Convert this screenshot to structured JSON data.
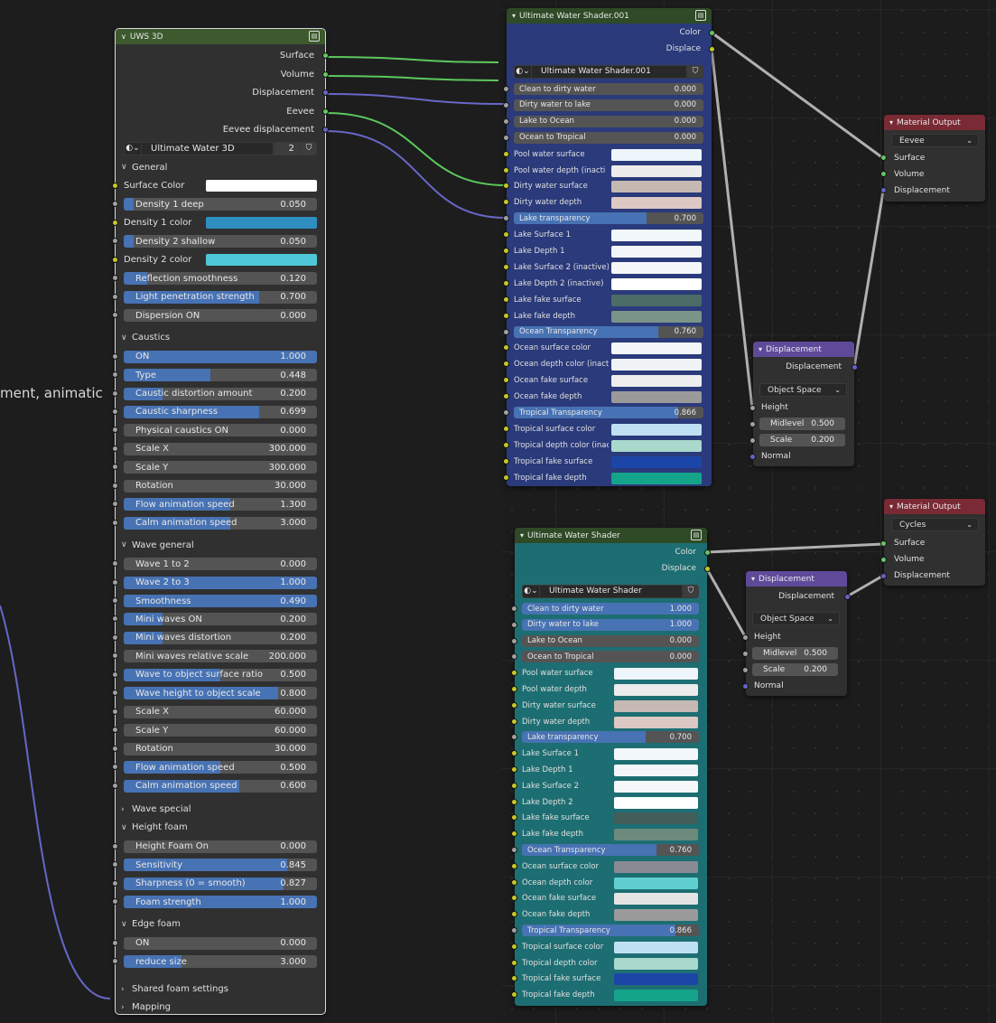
{
  "side_text": "ment, animatic",
  "node_uws3d": {
    "title": "UWS 3D",
    "outputs": [
      "Surface",
      "Volume",
      "Displacement",
      "Eevee",
      "Eevee displacement"
    ],
    "datablock": {
      "name": "Ultimate Water 3D",
      "count": "2"
    },
    "panels": [
      {
        "label": "General",
        "open": true,
        "rows": [
          {
            "kind": "color",
            "label": "Surface Color",
            "color": "#ffffff"
          },
          {
            "kind": "value",
            "label": "Density 1 deep",
            "value": "0.050",
            "frac": 0.05
          },
          {
            "kind": "color",
            "label": "Density 1 color",
            "color": "#2f8ec0"
          },
          {
            "kind": "value",
            "label": "Density 2 shallow",
            "value": "0.050",
            "frac": 0.05
          },
          {
            "kind": "color",
            "label": "Density 2 color",
            "color": "#4ec8d8"
          },
          {
            "kind": "value",
            "label": "Reflection smoothness",
            "value": "0.120",
            "frac": 0.12
          },
          {
            "kind": "value",
            "label": "Light penetration strength",
            "value": "0.700",
            "frac": 0.7
          },
          {
            "kind": "value",
            "label": "Dispersion ON",
            "value": "0.000",
            "frac": 0
          }
        ]
      },
      {
        "label": "Caustics",
        "open": true,
        "rows": [
          {
            "kind": "value",
            "label": "ON",
            "value": "1.000",
            "frac": 1
          },
          {
            "kind": "value",
            "label": "Type",
            "value": "0.448",
            "frac": 0.448
          },
          {
            "kind": "value",
            "label": "Caustic distortion amount",
            "value": "0.200",
            "frac": 0.2
          },
          {
            "kind": "value",
            "label": "Caustic sharpness",
            "value": "0.699",
            "frac": 0.699
          },
          {
            "kind": "value",
            "label": "Physical caustics ON",
            "value": "0.000",
            "frac": 0
          },
          {
            "kind": "value",
            "label": "Scale X",
            "value": "300.000",
            "frac": 0
          },
          {
            "kind": "value",
            "label": "Scale Y",
            "value": "300.000",
            "frac": 0
          },
          {
            "kind": "value",
            "label": "Rotation",
            "value": "30.000",
            "frac": 0
          },
          {
            "kind": "value",
            "label": "Flow animation speed",
            "value": "1.300",
            "frac": 0.55
          },
          {
            "kind": "value",
            "label": "Calm animation speed",
            "value": "3.000",
            "frac": 0.55
          }
        ]
      },
      {
        "label": "Wave general",
        "open": true,
        "rows": [
          {
            "kind": "value",
            "label": "Wave 1 to 2",
            "value": "0.000",
            "frac": 0
          },
          {
            "kind": "value",
            "label": "Wave 2 to 3",
            "value": "1.000",
            "frac": 1
          },
          {
            "kind": "value",
            "label": "Smoothness",
            "value": "0.490",
            "frac": 1
          },
          {
            "kind": "value",
            "label": "Mini waves ON",
            "value": "0.200",
            "frac": 0.2
          },
          {
            "kind": "value",
            "label": "Mini waves distortion",
            "value": "0.200",
            "frac": 0.2
          },
          {
            "kind": "value",
            "label": "Mini waves relative scale",
            "value": "200.000",
            "frac": 0
          },
          {
            "kind": "value",
            "label": "Wave to object surface ratio",
            "value": "0.500",
            "frac": 0.5
          },
          {
            "kind": "value",
            "label": "Wave height to object scale",
            "value": "0.800",
            "frac": 0.8
          },
          {
            "kind": "value",
            "label": "Scale X",
            "value": "60.000",
            "frac": 0
          },
          {
            "kind": "value",
            "label": "Scale Y",
            "value": "60.000",
            "frac": 0
          },
          {
            "kind": "value",
            "label": "Rotation",
            "value": "30.000",
            "frac": 0
          },
          {
            "kind": "value",
            "label": "Flow animation speed",
            "value": "0.500",
            "frac": 0.5
          },
          {
            "kind": "value",
            "label": "Calm animation speed",
            "value": "0.600",
            "frac": 0.6
          }
        ]
      },
      {
        "label": "Wave special",
        "open": false,
        "rows": []
      },
      {
        "label": "Height foam",
        "open": true,
        "rows": [
          {
            "kind": "value",
            "label": "Height Foam On",
            "value": "0.000",
            "frac": 0
          },
          {
            "kind": "value",
            "label": "Sensitivity",
            "value": "0.845",
            "frac": 0.845
          },
          {
            "kind": "value",
            "label": "Sharpness (0 = smooth)",
            "value": "0.827",
            "frac": 0.827
          },
          {
            "kind": "value",
            "label": "Foam strength",
            "value": "1.000",
            "frac": 1
          }
        ]
      },
      {
        "label": "Edge foam",
        "open": true,
        "rows": [
          {
            "kind": "value",
            "label": "ON",
            "value": "0.000",
            "frac": 0
          },
          {
            "kind": "value",
            "label": "reduce size",
            "value": "3.000",
            "frac": 0.3
          }
        ]
      },
      {
        "label": "Shared foam settings",
        "open": false,
        "rows": []
      },
      {
        "label": "Mapping",
        "open": false,
        "rows": []
      }
    ]
  },
  "node_uws001": {
    "title": "Ultimate Water Shader.001",
    "outputs": [
      "Color",
      "Displace"
    ],
    "datablock": {
      "name": "Ultimate Water Shader.001"
    },
    "rows": [
      {
        "kind": "value",
        "label": "Clean to dirty water",
        "value": "0.000",
        "frac": 0
      },
      {
        "kind": "value",
        "label": "Dirty water to lake",
        "value": "0.000",
        "frac": 0
      },
      {
        "kind": "value",
        "label": "Lake to Ocean",
        "value": "0.000",
        "frac": 0
      },
      {
        "kind": "value",
        "label": "Ocean to Tropical",
        "value": "0.000",
        "frac": 0
      },
      {
        "kind": "color",
        "label": "Pool water surface",
        "color": "#eef6fb"
      },
      {
        "kind": "color",
        "label": "Pool water depth (inacti",
        "color": "#ececec"
      },
      {
        "kind": "color",
        "label": "Dirty water surface",
        "color": "#c6b9b4"
      },
      {
        "kind": "color",
        "label": "Dirty water depth",
        "color": "#dcc8c4"
      },
      {
        "kind": "value",
        "label": "Lake transparency",
        "value": "0.700",
        "frac": 0.7
      },
      {
        "kind": "color",
        "label": "Lake Surface 1",
        "color": "#f1f7fb"
      },
      {
        "kind": "color",
        "label": "Lake Depth 1",
        "color": "#f3f6f8"
      },
      {
        "kind": "color",
        "label": "Lake Surface 2 (inactive)",
        "color": "#f5f7f9"
      },
      {
        "kind": "color",
        "label": "Lake Depth 2 (inactive)",
        "color": "#ffffff"
      },
      {
        "kind": "color",
        "label": "Lake fake surface",
        "color": "#4c6c68"
      },
      {
        "kind": "color",
        "label": "Lake fake depth",
        "color": "#7a9488"
      },
      {
        "kind": "value",
        "label": "Ocean Transparency",
        "value": "0.760",
        "frac": 0.76
      },
      {
        "kind": "color",
        "label": "Ocean surface color",
        "color": "#f2f6f9"
      },
      {
        "kind": "color",
        "label": "Ocean depth color (inact",
        "color": "#f0f3f5"
      },
      {
        "kind": "color",
        "label": "Ocean fake surface",
        "color": "#eeeeee"
      },
      {
        "kind": "color",
        "label": "Ocean fake depth",
        "color": "#9a9a9a"
      },
      {
        "kind": "value",
        "label": "Tropical Transparency",
        "value": "0.866",
        "frac": 0.866
      },
      {
        "kind": "color",
        "label": "Tropical surface color",
        "color": "#bfe0f3"
      },
      {
        "kind": "color",
        "label": "Tropical depth color (inac",
        "color": "#a8d9cc"
      },
      {
        "kind": "color",
        "label": "Tropical fake surface",
        "color": "#1c45a8"
      },
      {
        "kind": "color",
        "label": "Tropical fake depth",
        "color": "#14a48a"
      }
    ]
  },
  "node_uws": {
    "title": "Ultimate Water Shader",
    "outputs": [
      "Color",
      "Displace"
    ],
    "datablock": {
      "name": "Ultimate Water Shader"
    },
    "rows": [
      {
        "kind": "value",
        "label": "Clean to dirty water",
        "value": "1.000",
        "frac": 1
      },
      {
        "kind": "value",
        "label": "Dirty water to lake",
        "value": "1.000",
        "frac": 1
      },
      {
        "kind": "value",
        "label": "Lake to Ocean",
        "value": "0.000",
        "frac": 0
      },
      {
        "kind": "value",
        "label": "Ocean to Tropical",
        "value": "0.000",
        "frac": 0
      },
      {
        "kind": "color",
        "label": "Pool water surface",
        "color": "#eef6fb"
      },
      {
        "kind": "color",
        "label": "Pool water depth",
        "color": "#ececec"
      },
      {
        "kind": "color",
        "label": "Dirty water surface",
        "color": "#c6b9b4"
      },
      {
        "kind": "color",
        "label": "Dirty water depth",
        "color": "#dcc8c4"
      },
      {
        "kind": "value",
        "label": "Lake transparency",
        "value": "0.700",
        "frac": 0.7
      },
      {
        "kind": "color",
        "label": "Lake Surface 1",
        "color": "#f1f7fb"
      },
      {
        "kind": "color",
        "label": "Lake Depth 1",
        "color": "#f3f6f8"
      },
      {
        "kind": "color",
        "label": "Lake Surface 2",
        "color": "#f5f7f9"
      },
      {
        "kind": "color",
        "label": "Lake Depth 2",
        "color": "#ffffff"
      },
      {
        "kind": "color",
        "label": "Lake fake surface",
        "color": "#425e5a"
      },
      {
        "kind": "color",
        "label": "Lake fake depth",
        "color": "#6d8b7c"
      },
      {
        "kind": "value",
        "label": "Ocean Transparency",
        "value": "0.760",
        "frac": 0.76
      },
      {
        "kind": "color",
        "label": "Ocean surface color",
        "color": "#8a8a94"
      },
      {
        "kind": "color",
        "label": "Ocean depth color",
        "color": "#5fcfd1"
      },
      {
        "kind": "color",
        "label": "Ocean fake surface",
        "color": "#e4e4e4"
      },
      {
        "kind": "color",
        "label": "Ocean fake depth",
        "color": "#9a9a9a"
      },
      {
        "kind": "value",
        "label": "Tropical Transparency",
        "value": "0.866",
        "frac": 0.866
      },
      {
        "kind": "color",
        "label": "Tropical surface color",
        "color": "#bfe0f3"
      },
      {
        "kind": "color",
        "label": "Tropical depth color",
        "color": "#a8d9cc"
      },
      {
        "kind": "color",
        "label": "Tropical fake surface",
        "color": "#1c45a8"
      },
      {
        "kind": "color",
        "label": "Tropical fake depth",
        "color": "#14a48a"
      }
    ]
  },
  "node_matout1": {
    "title": "Material Output",
    "target": "Eevee",
    "inputs": [
      "Surface",
      "Volume",
      "Displacement"
    ]
  },
  "node_matout2": {
    "title": "Material Output",
    "target": "Cycles",
    "inputs": [
      "Surface",
      "Volume",
      "Displacement"
    ]
  },
  "node_disp1": {
    "title": "Displacement",
    "output": "Displacement",
    "space": "Object Space",
    "height": "Height",
    "midlevel_label": "Midlevel",
    "midlevel": "0.500",
    "scale_label": "Scale",
    "scale": "0.200",
    "normal": "Normal"
  },
  "node_disp2": {
    "title": "Displacement",
    "output": "Displacement",
    "space": "Object Space",
    "height": "Height",
    "midlevel_label": "Midlevel",
    "midlevel": "0.500",
    "scale_label": "Scale",
    "scale": "0.200",
    "normal": "Normal"
  },
  "colors": {
    "group_header": "#3c5a2e",
    "uws001_header": "#2e4a26",
    "uws001_body": "#2a3a7a",
    "uws_header": "#2e4a26",
    "uws_body": "#1d6e72",
    "matout_header": "#7a2a34",
    "disp_header": "#5f4a9a",
    "accent": "#4772b3",
    "wire_green": "#5cc85c",
    "wire_purple": "#6767c8",
    "wire_gray": "#b0b0b0"
  }
}
